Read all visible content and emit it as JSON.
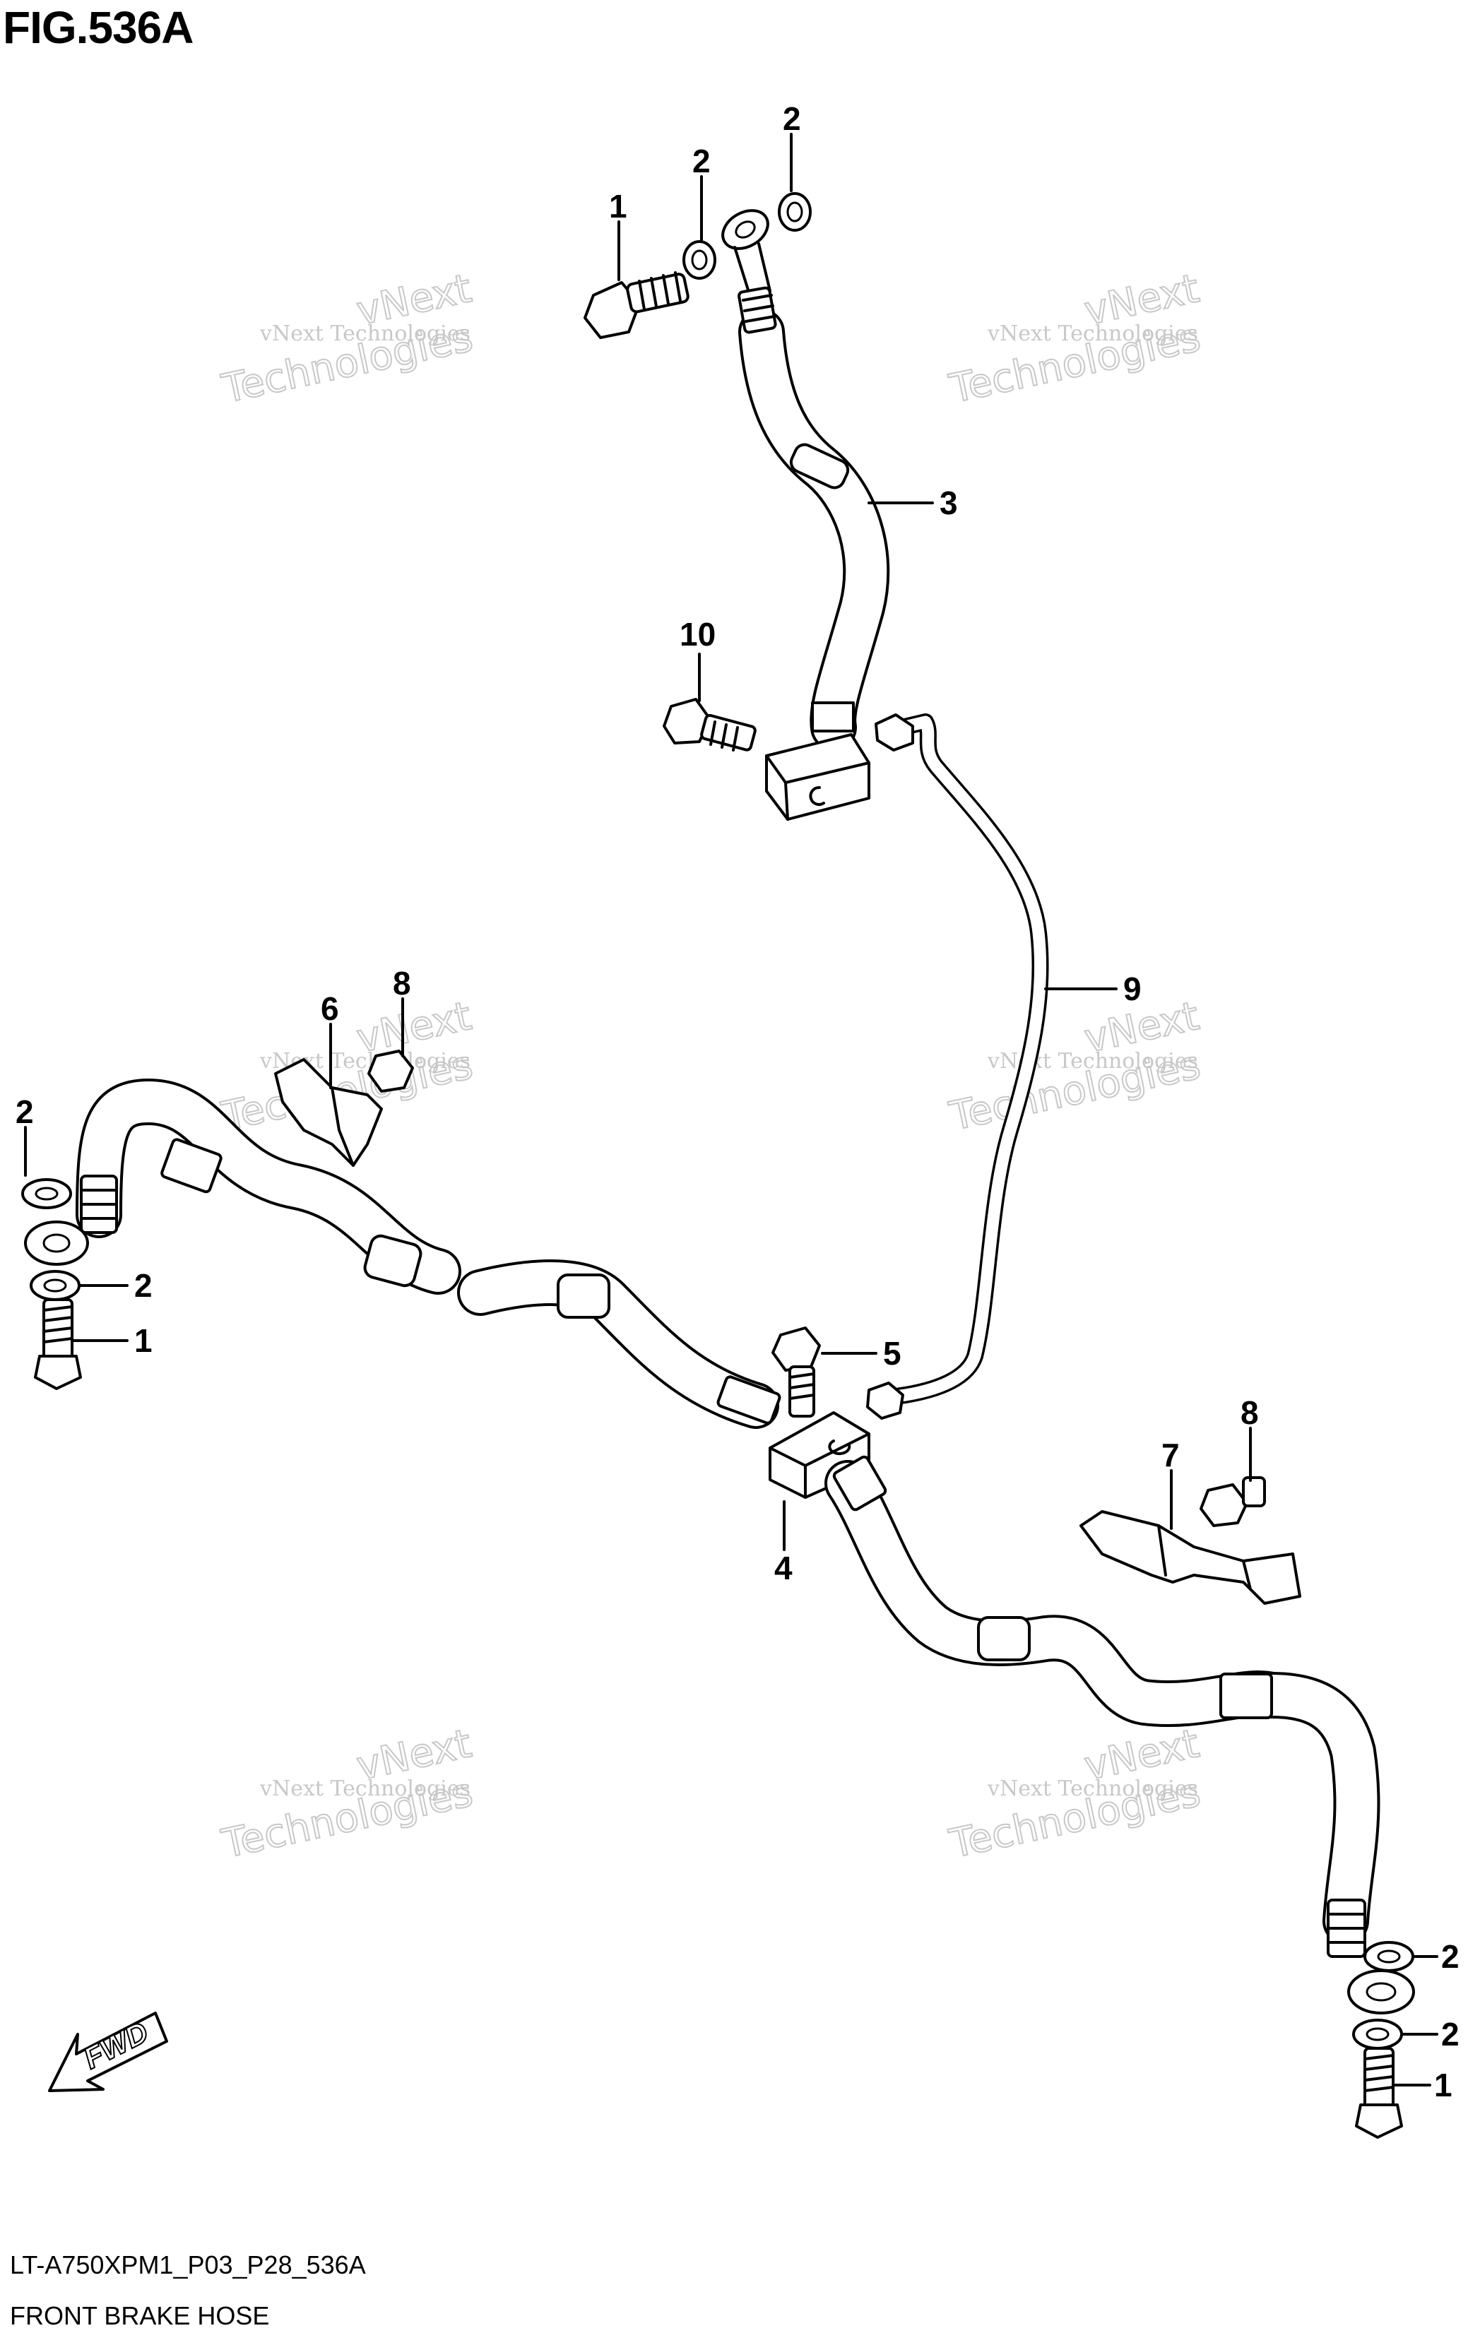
{
  "figure": {
    "title": "FIG.536A",
    "code": "LT-A750XPM1_P03_P28_536A",
    "name": "FRONT BRAKE HOSE"
  },
  "callouts": [
    "1",
    "2",
    "2",
    "3",
    "10",
    "9",
    "8",
    "6",
    "2",
    "2",
    "1",
    "5",
    "8",
    "7",
    "4",
    "2",
    "2",
    "1"
  ],
  "watermark": {
    "line1": "vNext Technologies",
    "line2": "vNext",
    "line3": "Technologies"
  },
  "direction_arrow": {
    "label": "FWD",
    "icon": "fwd-arrow-icon"
  },
  "colors": {
    "ink": "#000000",
    "paper": "#ffffff",
    "watermark": "#c8c8c8"
  }
}
